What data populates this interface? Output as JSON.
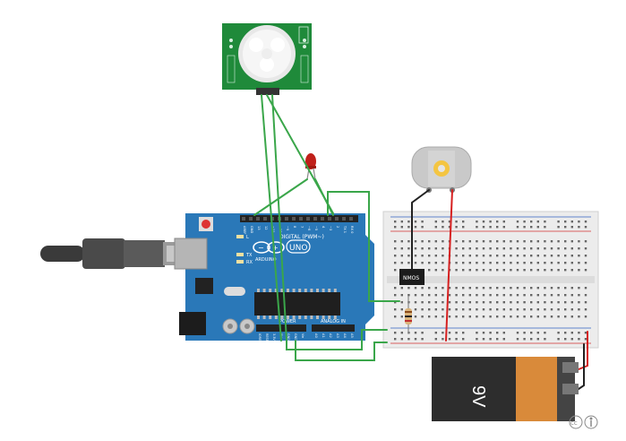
{
  "components": {
    "pir_sensor": {
      "body_color": "#1f8a3a",
      "dome_color": "#f2f2f2"
    },
    "led": {
      "color": "#c0201a"
    },
    "dc_motor": {
      "body_color": "#c9c9c9",
      "shaft_color": "#f4c542"
    },
    "arduino": {
      "board_color": "#2a78b8",
      "brand_text": "ARDUINO",
      "model_text": "UNO",
      "digital_label": "DIGITAL (PWM~)",
      "power_label": "POWER",
      "analog_label": "ANALOG IN",
      "led_labels": [
        "L",
        "TX",
        "RX"
      ],
      "digital_pins": [
        "AREF",
        "GND",
        "13",
        "12",
        "~11",
        "~10",
        "~9",
        "8",
        "7",
        "~6",
        "~5",
        "4",
        "~3",
        "2",
        "TX 1",
        "RX 0"
      ],
      "power_pins": [
        "IOREF",
        "RESET",
        "3.3V",
        "5V",
        "GND",
        "GND",
        "Vin"
      ],
      "analog_pins": [
        "A0",
        "A1",
        "A2",
        "A3",
        "A4",
        "A5"
      ]
    },
    "usb_cable": {
      "color": "#333333"
    },
    "mosfet": {
      "label": "NMOS"
    },
    "breadboard": {
      "body_color": "#e8e8e8",
      "rail_red": "#d03030",
      "rail_blue": "#3060c0"
    },
    "battery": {
      "label": "9V",
      "body_color": "#2d2d2d",
      "cap_color": "#d98a3a"
    }
  },
  "wires": {
    "green": "#3aa64a",
    "red": "#d62020",
    "black": "#222222"
  },
  "license": {
    "cc_icon": "cc",
    "by_icon": "by"
  }
}
